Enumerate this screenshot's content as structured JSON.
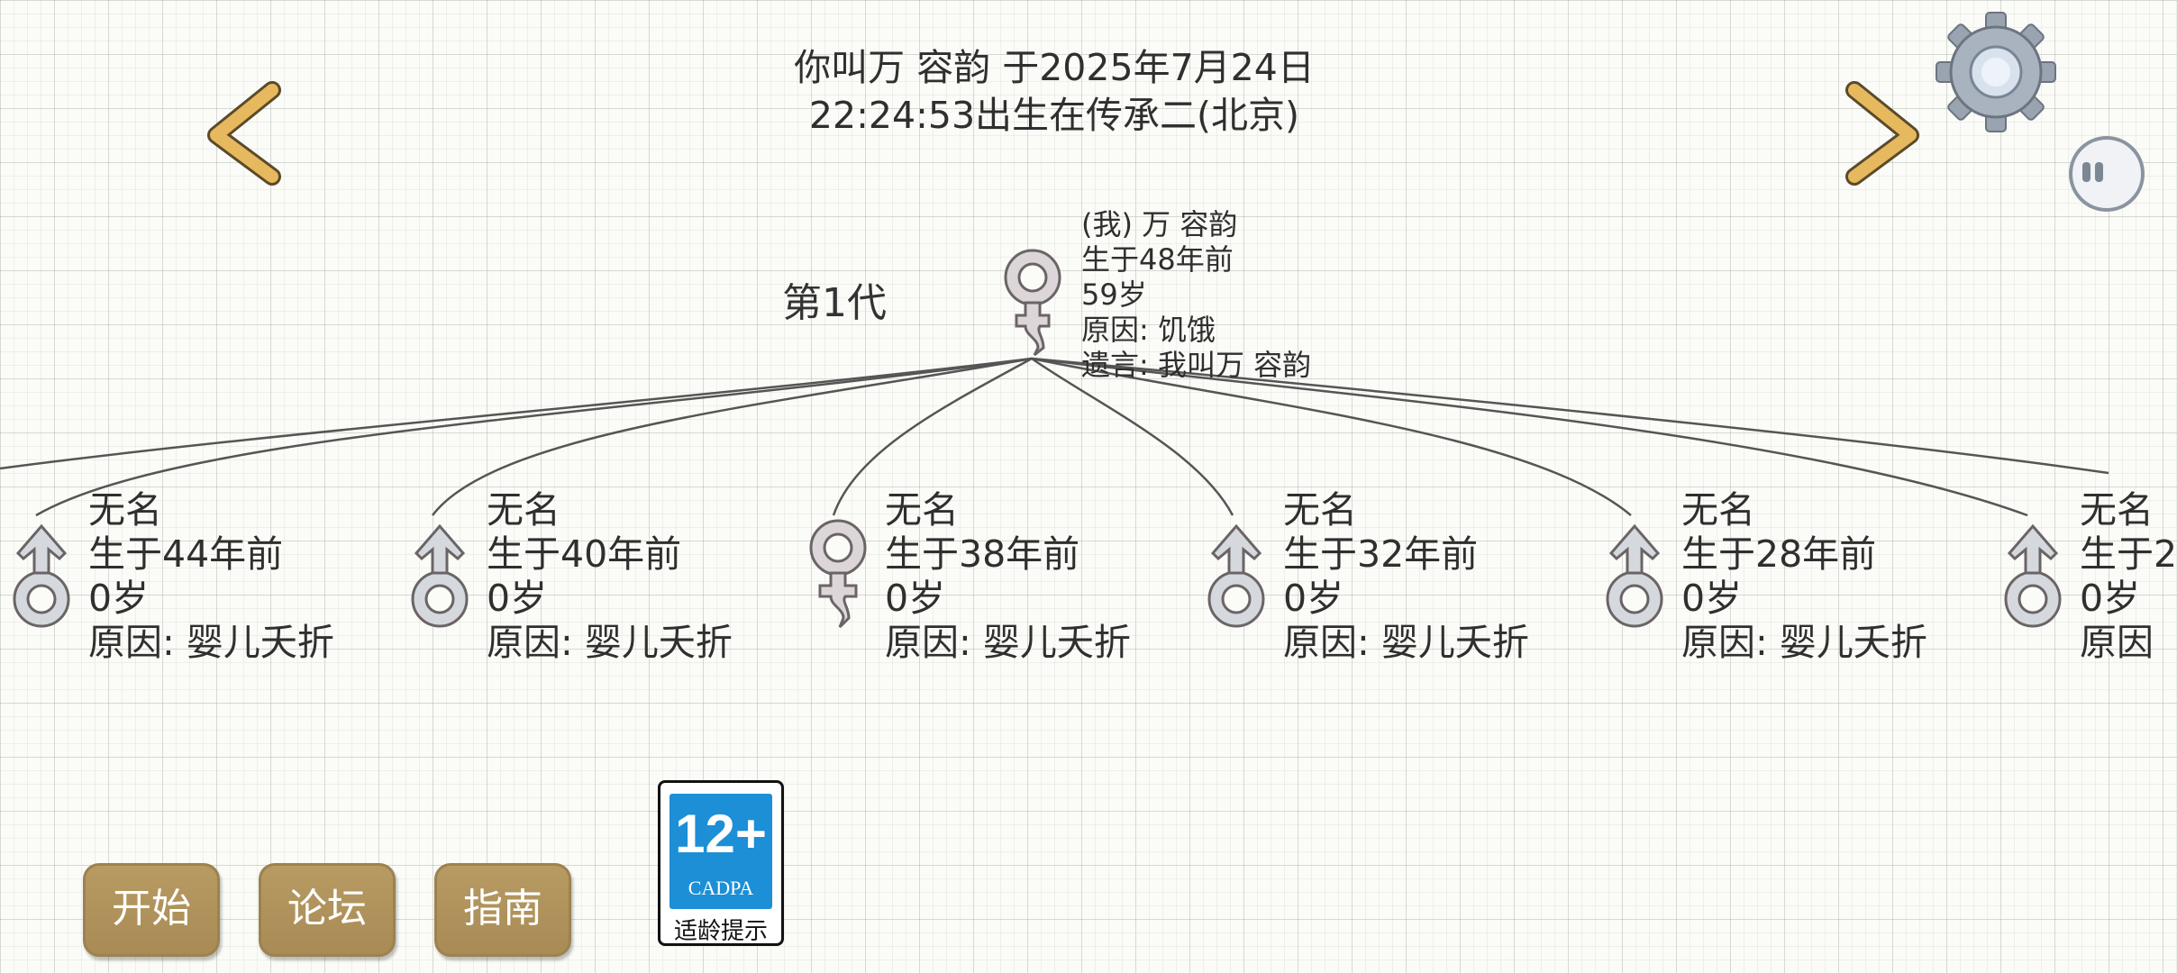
{
  "header": {
    "line1": "你叫万 容韵 于2025年7月24日",
    "line2": "22:24:53出生在传承二(北京)"
  },
  "icons": {
    "prev": "chevron-left-icon",
    "next": "chevron-right-icon",
    "settings": "gear-icon",
    "side": "side-handle-icon",
    "female": "female-symbol-icon",
    "male": "male-symbol-icon"
  },
  "generation": {
    "label": "第1代"
  },
  "self": {
    "name": "(我) 万 容韵",
    "born": "生于48年前",
    "age": "59岁",
    "cause": "原因: 饥饿",
    "will": "遗言: 我叫万 容韵",
    "gender": "female"
  },
  "children": [
    {
      "name": "无名",
      "born": "生于44年前",
      "age": "0岁",
      "cause": "原因: 婴儿夭折",
      "gender": "male"
    },
    {
      "name": "无名",
      "born": "生于40年前",
      "age": "0岁",
      "cause": "原因: 婴儿夭折",
      "gender": "male"
    },
    {
      "name": "无名",
      "born": "生于38年前",
      "age": "0岁",
      "cause": "原因: 婴儿夭折",
      "gender": "female"
    },
    {
      "name": "无名",
      "born": "生于32年前",
      "age": "0岁",
      "cause": "原因: 婴儿夭折",
      "gender": "male"
    },
    {
      "name": "无名",
      "born": "生于28年前",
      "age": "0岁",
      "cause": "原因: 婴儿夭折",
      "gender": "male"
    },
    {
      "name": "无名",
      "born": "生于2",
      "age": "0岁",
      "cause": "原因",
      "gender": "male"
    }
  ],
  "buttons": {
    "start": "开始",
    "forum": "论坛",
    "guide": "指南"
  },
  "age_rating": {
    "number": "12+",
    "org": "CADPA",
    "caption": "适龄提示",
    "color": "#1c8fd6"
  },
  "colors": {
    "button": "#ab8d58",
    "arrow": "#e2b45e"
  }
}
